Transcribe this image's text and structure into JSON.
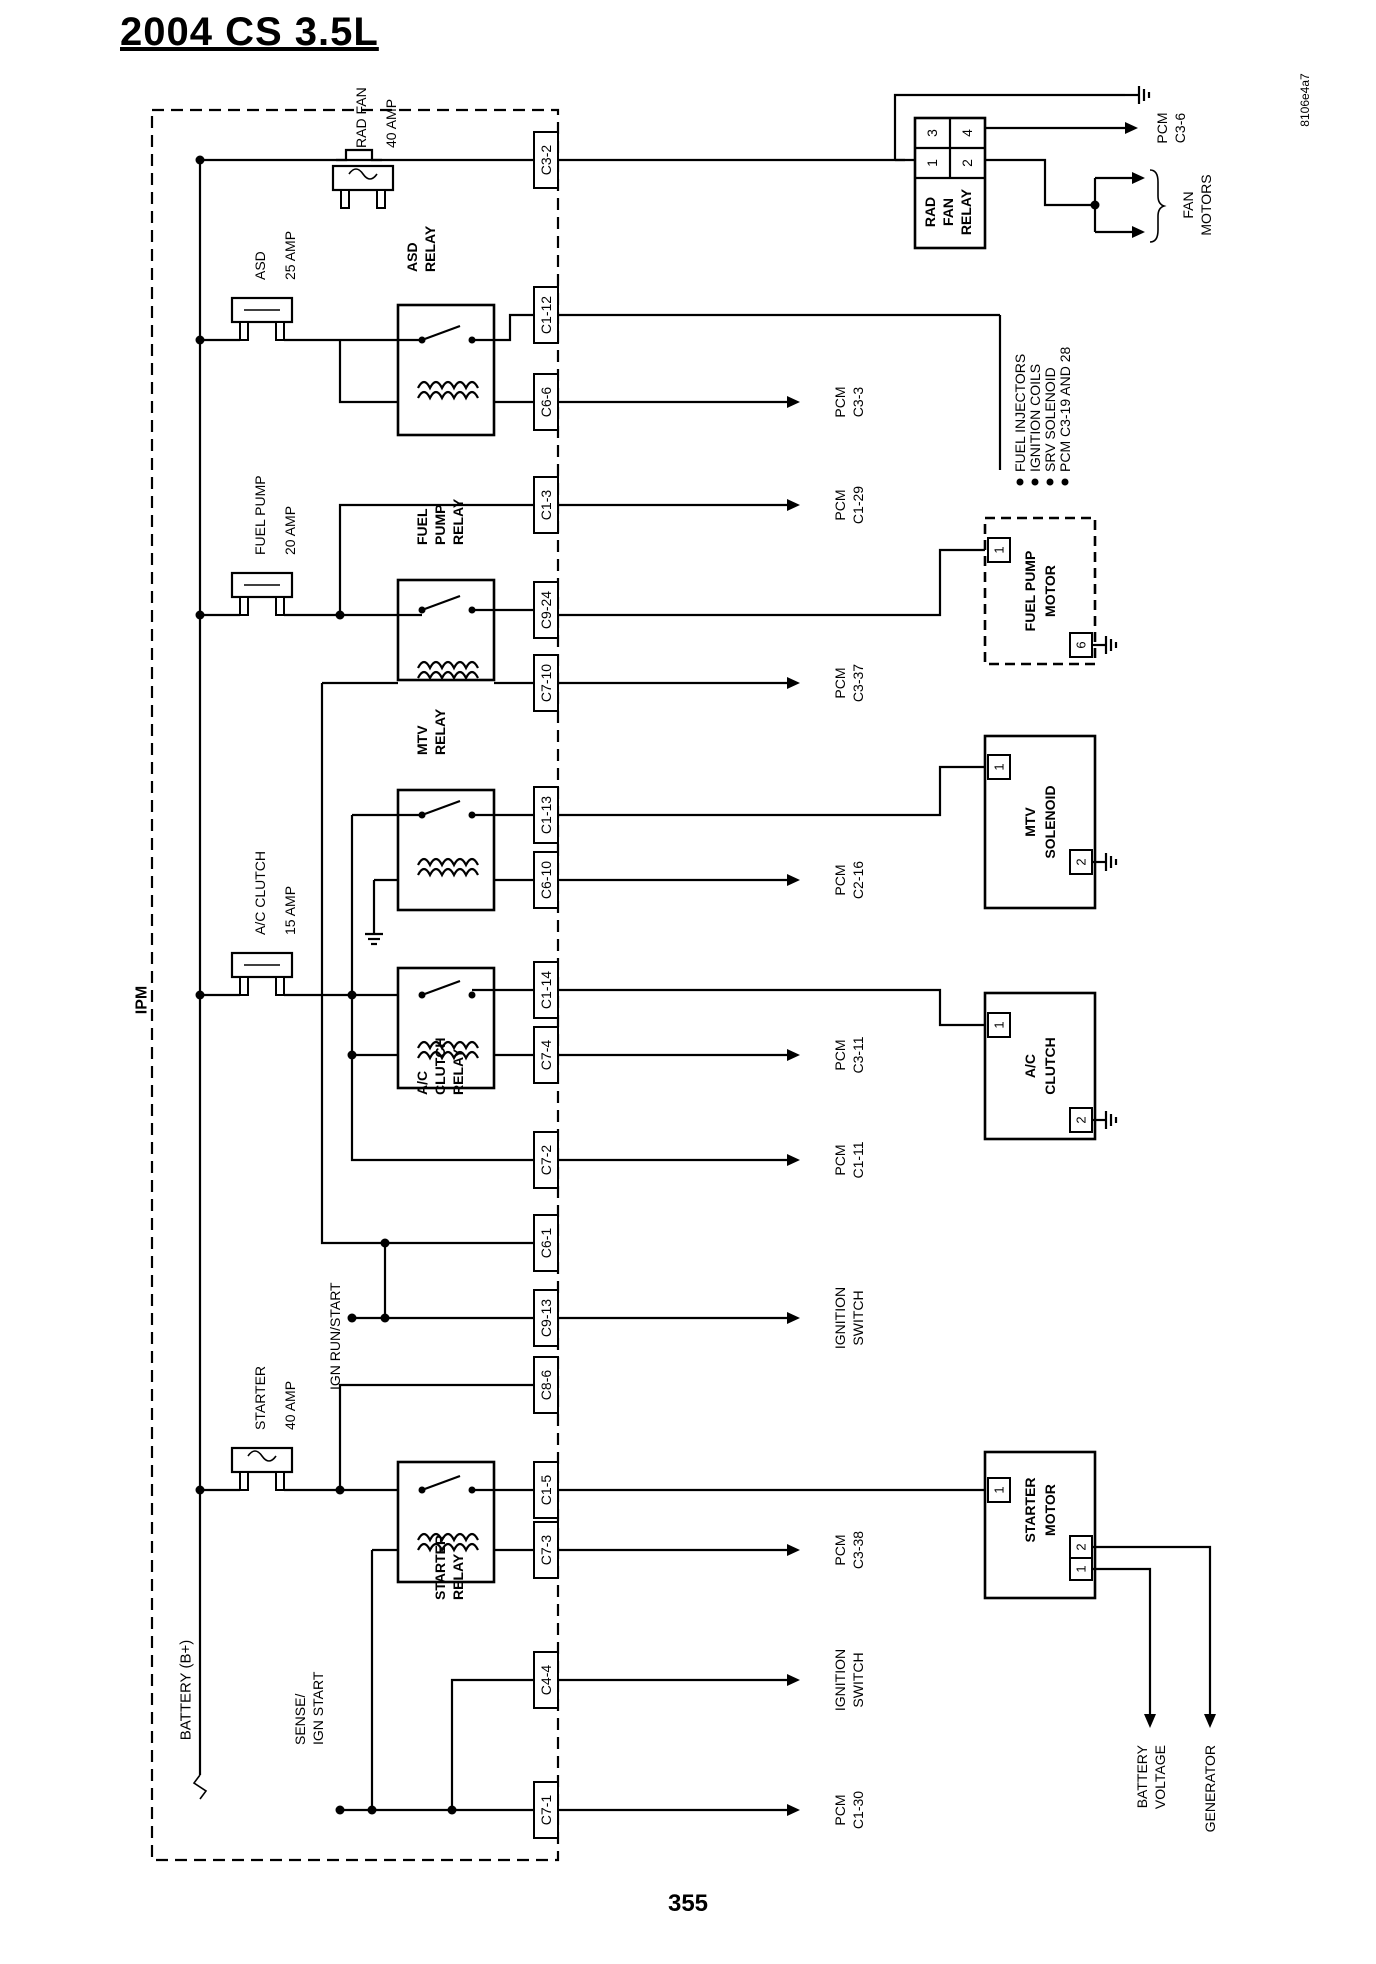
{
  "title": "2004 CS 3.5L",
  "page_number": "355",
  "figure_code": "8106e4a7",
  "ipm_label": "IPM",
  "battery_label": "BATTERY (B+)",
  "ign_run_start": "IGN RUN/START",
  "sense_ign_start": [
    "SENSE/",
    "IGN START"
  ],
  "fuses": [
    {
      "name": "RAD FAN",
      "rating": "40 AMP"
    },
    {
      "name": "ASD",
      "rating": "25 AMP"
    },
    {
      "name": "FUEL PUMP",
      "rating": "20 AMP"
    },
    {
      "name": "A/C CLUTCH",
      "rating": "15  AMP"
    },
    {
      "name": "STARTER",
      "rating": "40 AMP"
    }
  ],
  "relays": [
    {
      "lines": [
        "ASD",
        "RELAY"
      ]
    },
    {
      "lines": [
        "FUEL",
        "PUMP",
        "RELAY"
      ]
    },
    {
      "lines": [
        "MTV",
        "RELAY"
      ]
    },
    {
      "lines": [
        "A/C",
        "CLUTCH",
        "RELAY"
      ]
    },
    {
      "lines": [
        "STARTER",
        "RELAY"
      ]
    }
  ],
  "connectors": [
    "C3-2",
    "C1-12",
    "C6-6",
    "C1-3",
    "C9-24",
    "C7-10",
    "C1-13",
    "C6-10",
    "C1-14",
    "C7-4",
    "C7-2",
    "C6-1",
    "C9-13",
    "C8-6",
    "C1-5",
    "C7-3",
    "C4-4",
    "C7-1"
  ],
  "destinations": [
    {
      "line1": "PCM",
      "line2": "C3-3"
    },
    {
      "line1": "PCM",
      "line2": "C1-29"
    },
    {
      "line1": "PCM",
      "line2": "C3-37"
    },
    {
      "line1": "PCM",
      "line2": "C2-16"
    },
    {
      "line1": "PCM",
      "line2": "C3-11"
    },
    {
      "line1": "PCM",
      "line2": "C1-11"
    },
    {
      "line1": "IGNITION",
      "line2": "SWITCH"
    },
    {
      "line1": "PCM",
      "line2": "C3-38"
    },
    {
      "line1": "IGNITION",
      "line2": "SWITCH"
    },
    {
      "line1": "PCM",
      "line2": "C1-30"
    }
  ],
  "asd_loads": [
    "FUEL INJECTORS",
    "IGNITION COILS",
    "SRV SOLENOID",
    "PCM C3-19 AND 28"
  ],
  "rad_fan_relay": {
    "lines": [
      "RAD",
      "FAN",
      "RELAY"
    ],
    "pins": [
      "3",
      "4",
      "1",
      "2"
    ],
    "pcm": [
      "PCM",
      "C3-6"
    ],
    "fan": [
      "FAN",
      "MOTORS"
    ]
  },
  "components": [
    {
      "lines": [
        "FUEL PUMP",
        "MOTOR"
      ],
      "pins": [
        "1",
        "6"
      ]
    },
    {
      "lines": [
        "MTV",
        "SOLENOID"
      ],
      "pins": [
        "1",
        "2"
      ]
    },
    {
      "lines": [
        "A/C",
        "CLUTCH"
      ],
      "pins": [
        "1",
        "2"
      ]
    },
    {
      "lines": [
        "STARTER",
        "MOTOR"
      ],
      "pins": [
        "1",
        "1",
        "2"
      ]
    }
  ],
  "starter_outputs": [
    {
      "line1": "BATTERY",
      "line2": "VOLTAGE"
    },
    {
      "line1": "GENERATOR",
      "line2": ""
    }
  ]
}
